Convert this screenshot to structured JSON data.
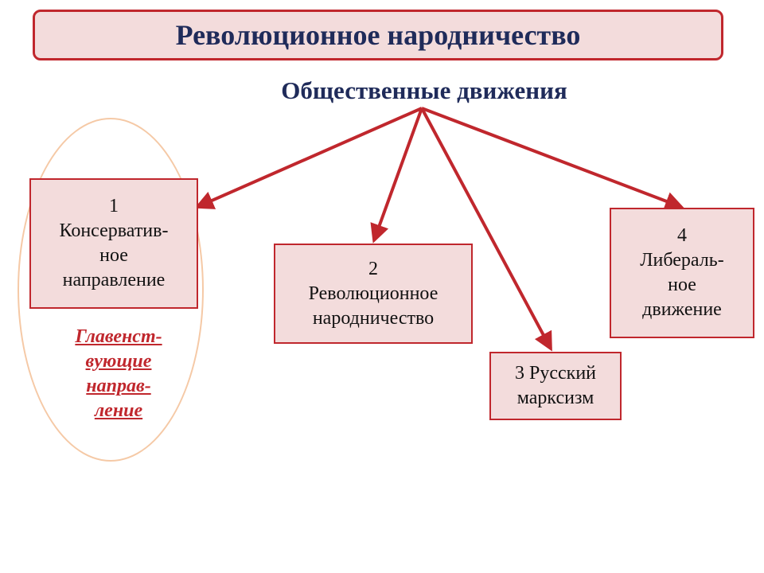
{
  "title": "Революционное народничество",
  "subtitle": "Общественные движения",
  "nodes": {
    "conservative": {
      "lines": [
        "1",
        "Консерватив-",
        "ное",
        "направление"
      ]
    },
    "revolutionary": {
      "lines": [
        "2",
        "Революционное",
        "народничество"
      ]
    },
    "marxism": {
      "lines": [
        "3 Русский",
        "марксизм"
      ]
    },
    "liberal": {
      "lines": [
        "4",
        "Либераль-",
        "ное",
        "движение"
      ]
    }
  },
  "dominant_note": {
    "lines": [
      "Главенст-",
      "вующие",
      "направ-",
      "ление"
    ]
  },
  "colors": {
    "title_fill": "#f3dcdc",
    "border_red": "#c0272d",
    "arrow_red": "#c0272d",
    "title_text": "#1f2b5a",
    "oval_stroke": "#f5c9a6"
  }
}
